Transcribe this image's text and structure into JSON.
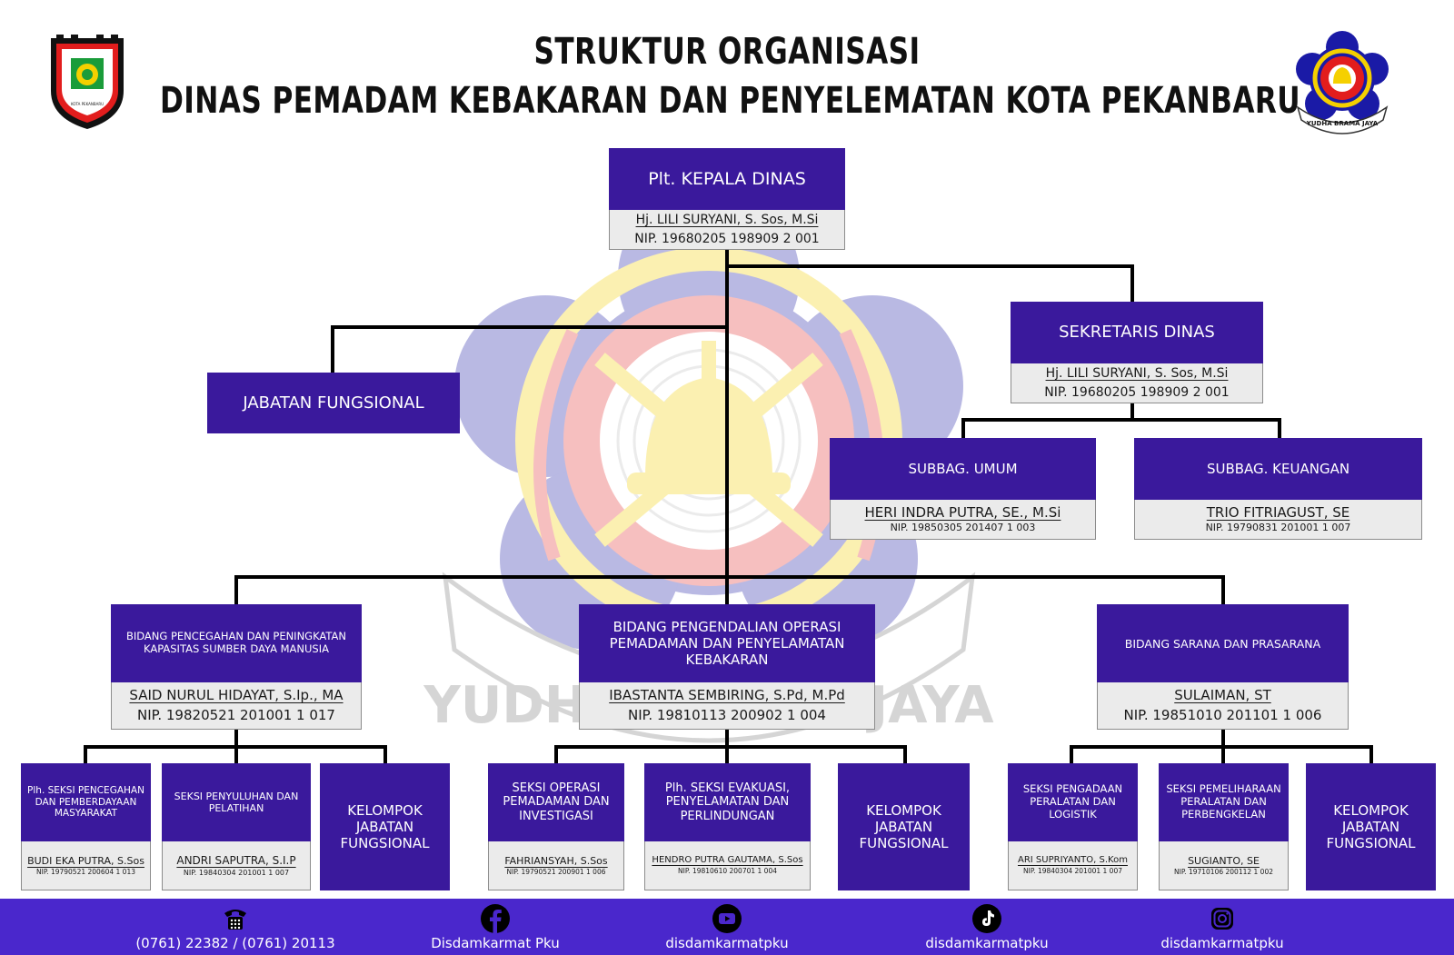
{
  "title": {
    "line1": "STRUKTUR ORGANISASI",
    "line2": "DINAS PEMADAM KEBAKARAN DAN PENYELEMATAN KOTA PEKANBARU"
  },
  "watermark_text": "YUDHA BRAMA JAYA",
  "logo_right_text": "YUDHA BRAMA JAYA",
  "logo_left_text": "KOTA PEKANBARU",
  "kepala": {
    "title": "Plt. KEPALA DINAS",
    "name": "Hj. LILI SURYANI, S. Sos, M.Si",
    "nip": "NIP. 19680205 198909 2 001"
  },
  "sekretaris": {
    "title": "SEKRETARIS DINAS",
    "name": "Hj. LILI SURYANI, S. Sos, M.Si",
    "nip": "NIP. 19680205 198909 2 001"
  },
  "jabatan_fungsional": "JABATAN FUNGSIONAL",
  "subbag_umum": {
    "title": "SUBBAG. UMUM",
    "name": "HERI INDRA PUTRA, SE., M.Si",
    "nip": "NIP. 19850305 201407 1 003"
  },
  "subbag_keuangan": {
    "title": "SUBBAG. KEUANGAN",
    "name": "TRIO FITRIAGUST, SE",
    "nip": "NIP. 19790831 201001 1 007"
  },
  "bidang_pencegahan": {
    "title": "BIDANG PENCEGAHAN DAN PENINGKATAN KAPASITAS SUMBER DAYA MANUSIA",
    "name": "SAID NURUL HIDAYAT, S.Ip., MA",
    "nip": "NIP. 19820521 201001 1 017"
  },
  "bidang_operasi": {
    "title": "BIDANG PENGENDALIAN OPERASI PEMADAMAN DAN PENYELAMATAN KEBAKARAN",
    "name": "IBASTANTA SEMBIRING, S.Pd, M.Pd",
    "nip": "NIP. 19810113 200902 1 004"
  },
  "bidang_sarana": {
    "title": "BIDANG SARANA DAN PRASARANA",
    "name": "SULAIMAN, ST",
    "nip": "NIP. 19851010 201101 1 006"
  },
  "seksi_pencegahan": {
    "title": "Plh. SEKSI PENCEGAHAN DAN PEMBERDAYAAN MASYARAKAT",
    "name": "BUDI EKA PUTRA, S.Sos",
    "nip": "NIP. 19790521 200604 1 013"
  },
  "seksi_penyuluhan": {
    "title": "SEKSI PENYULUHAN DAN PELATIHAN",
    "name": "ANDRI SAPUTRA, S.I.P",
    "nip": "NIP. 19840304 201001 1 007"
  },
  "kelompok_1": "KELOMPOK JABATAN FUNGSIONAL",
  "seksi_operasi": {
    "title": "SEKSI OPERASI PEMADAMAN DAN INVESTIGASI",
    "name": "FAHRIANSYAH, S.Sos",
    "nip": "NIP. 19790521 200901 1 006"
  },
  "seksi_evakuasi": {
    "title": "Plh. SEKSI EVAKUASI, PENYELAMATAN DAN PERLINDUNGAN",
    "name": "HENDRO PUTRA GAUTAMA, S.Sos",
    "nip": "NIP. 19810610 200701 1 004"
  },
  "kelompok_2": "KELOMPOK JABATAN FUNGSIONAL",
  "seksi_pengadaan": {
    "title": "SEKSI PENGADAAN PERALATAN DAN LOGISTIK",
    "name": "ARI SUPRIYANTO, S.Kom",
    "nip": "NIP. 19840304 201001 1 007"
  },
  "seksi_pemeliharaan": {
    "title": "SEKSI PEMELIHARAAN PERALATAN DAN PERBENGKELAN",
    "name": "SUGIANTO, SE",
    "nip": "NIP. 19710106 200112 1 002"
  },
  "kelompok_3": "KELOMPOK JABATAN FUNGSIONAL",
  "footer": {
    "phone": "(0761) 22382 / (0761) 20113",
    "facebook": "Disdamkarmat Pku",
    "youtube": "disdamkarmatpku",
    "tiktok": "disdamkarmatpku",
    "instagram": "disdamkarmatpku"
  },
  "colors": {
    "header": "#3a199c",
    "footer": "#4a27cc",
    "body": "#ebebeb"
  },
  "icons": [
    "phone-icon",
    "facebook-icon",
    "youtube-icon",
    "tiktok-icon",
    "instagram-icon"
  ]
}
